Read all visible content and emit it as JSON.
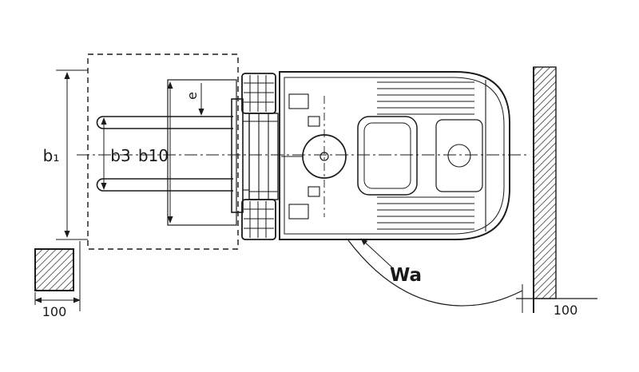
{
  "drawing": {
    "type": "technical-top-view",
    "subject": "forklift truck top view with fork dimensions, obstacle blocks and turning clearance",
    "labels": {
      "b1": "b₁",
      "b3": "b3",
      "b10": "b10",
      "e": "e",
      "wa": "Wa",
      "left_block_dim": "100",
      "wall_clearance_dim": "100"
    },
    "colors": {
      "line": "#1a1a1a",
      "background": "#ffffff"
    }
  }
}
